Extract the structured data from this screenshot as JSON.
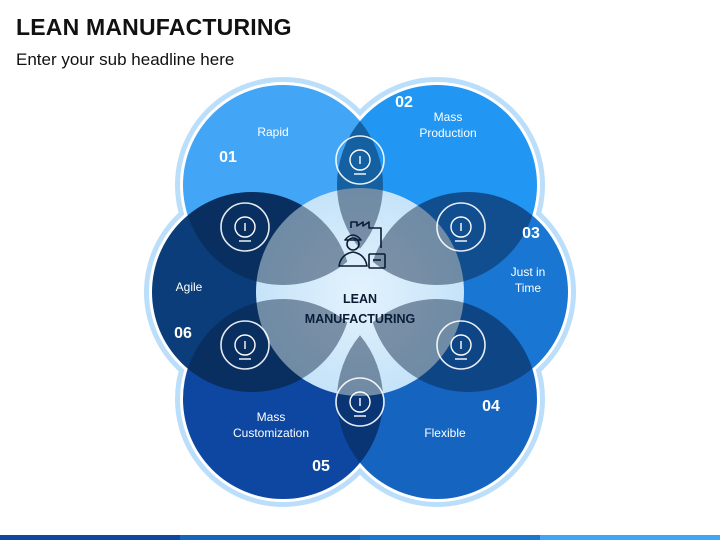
{
  "header": {
    "title": "LEAN MANUFACTURING",
    "subtitle": "Enter your sub headline here"
  },
  "diagram": {
    "center": {
      "line1": "LEAN",
      "line2": "MANUFACTURING",
      "icon": "factory-worker-icon"
    },
    "items": [
      {
        "number": "01",
        "lines": [
          "Rapid"
        ],
        "color": "#42A5F5",
        "icon": "speedometer-gears-icon"
      },
      {
        "number": "02",
        "lines": [
          "Mass",
          "Production"
        ],
        "color": "#2196F3",
        "icon": "browser-cog-icon"
      },
      {
        "number": "03",
        "lines": [
          "Just in",
          "Time"
        ],
        "color": "#1976D2",
        "icon": "idea-conveyor-icon"
      },
      {
        "number": "04",
        "lines": [
          "Flexible"
        ],
        "color": "#1565C0",
        "icon": "worker-clock-icon"
      },
      {
        "number": "05",
        "lines": [
          "Mass",
          "Customization"
        ],
        "color": "#0D47A1",
        "icon": "person-arrows-icon"
      },
      {
        "number": "06",
        "lines": [
          "Agile"
        ],
        "color": "#0A3D7A",
        "icon": "worker-lock-icon"
      }
    ]
  },
  "colors": {
    "outline": "#BBDEFB",
    "center_fill": "#CDE8FB",
    "overlap_dark": "#071F3F"
  }
}
